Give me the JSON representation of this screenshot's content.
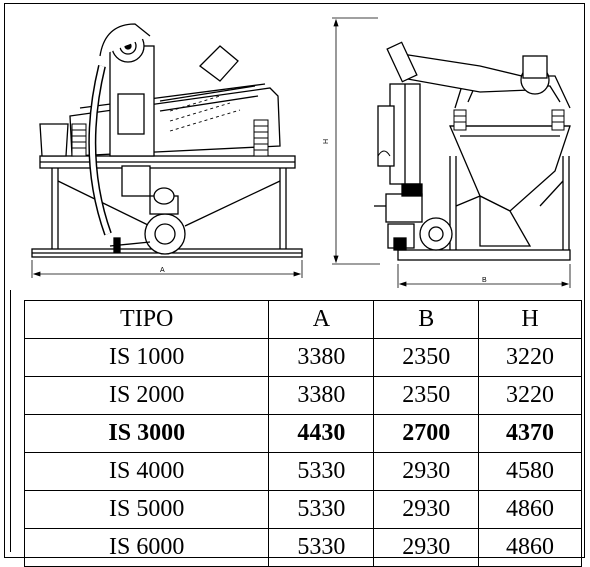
{
  "drawing": {
    "dimension_labels": {
      "front_width": "A",
      "side_width": "B",
      "height": "H"
    }
  },
  "table": {
    "headers": [
      "TIPO",
      "A",
      "B",
      "H"
    ],
    "rows": [
      {
        "tipo": "IS 1000",
        "a": "3380",
        "b": "2350",
        "h": "3220",
        "highlight": false
      },
      {
        "tipo": "IS 2000",
        "a": "3380",
        "b": "2350",
        "h": "3220",
        "highlight": false
      },
      {
        "tipo": "IS 3000",
        "a": "4430",
        "b": "2700",
        "h": "4370",
        "highlight": true
      },
      {
        "tipo": "IS 4000",
        "a": "5330",
        "b": "2930",
        "h": "4580",
        "highlight": false
      },
      {
        "tipo": "IS 5000",
        "a": "5330",
        "b": "2930",
        "h": "4860",
        "highlight": false
      },
      {
        "tipo": "IS 6000",
        "a": "5330",
        "b": "2930",
        "h": "4860",
        "highlight": false
      }
    ]
  }
}
